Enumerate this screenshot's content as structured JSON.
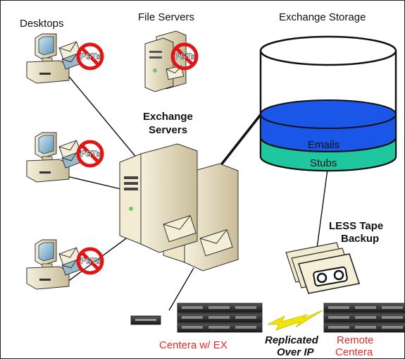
{
  "labels": {
    "desktops": "Desktops",
    "file_servers": "File Servers",
    "exchange_storage": "Exchange Storage",
    "exchange_servers_line1": "Exchange",
    "exchange_servers_line2": "Servers",
    "emails": "Emails",
    "stubs": "Stubs",
    "less_tape_line1": "LESS Tape",
    "less_tape_line2": "Backup",
    "centera_ex": "Centera w/ EX",
    "replicated_line1": "Replicated",
    "replicated_line2": "Over IP",
    "remote_line1": "Remote",
    "remote_line2": "Centera",
    "pst": "PSTs"
  },
  "colors": {
    "emails_band": "#1a57e8",
    "stubs_band": "#1fc7a0",
    "no_sign": "#e01515",
    "centera_text": "#e52a2a",
    "lightning": "#f2e600"
  },
  "icons": [
    "desktop-computer-icon",
    "file-server-icon",
    "exchange-server-icon",
    "no-pst-sign-icon",
    "storage-cylinder-icon",
    "tape-cartridge-icon",
    "centera-rack-icon",
    "lightning-bolt-icon"
  ]
}
